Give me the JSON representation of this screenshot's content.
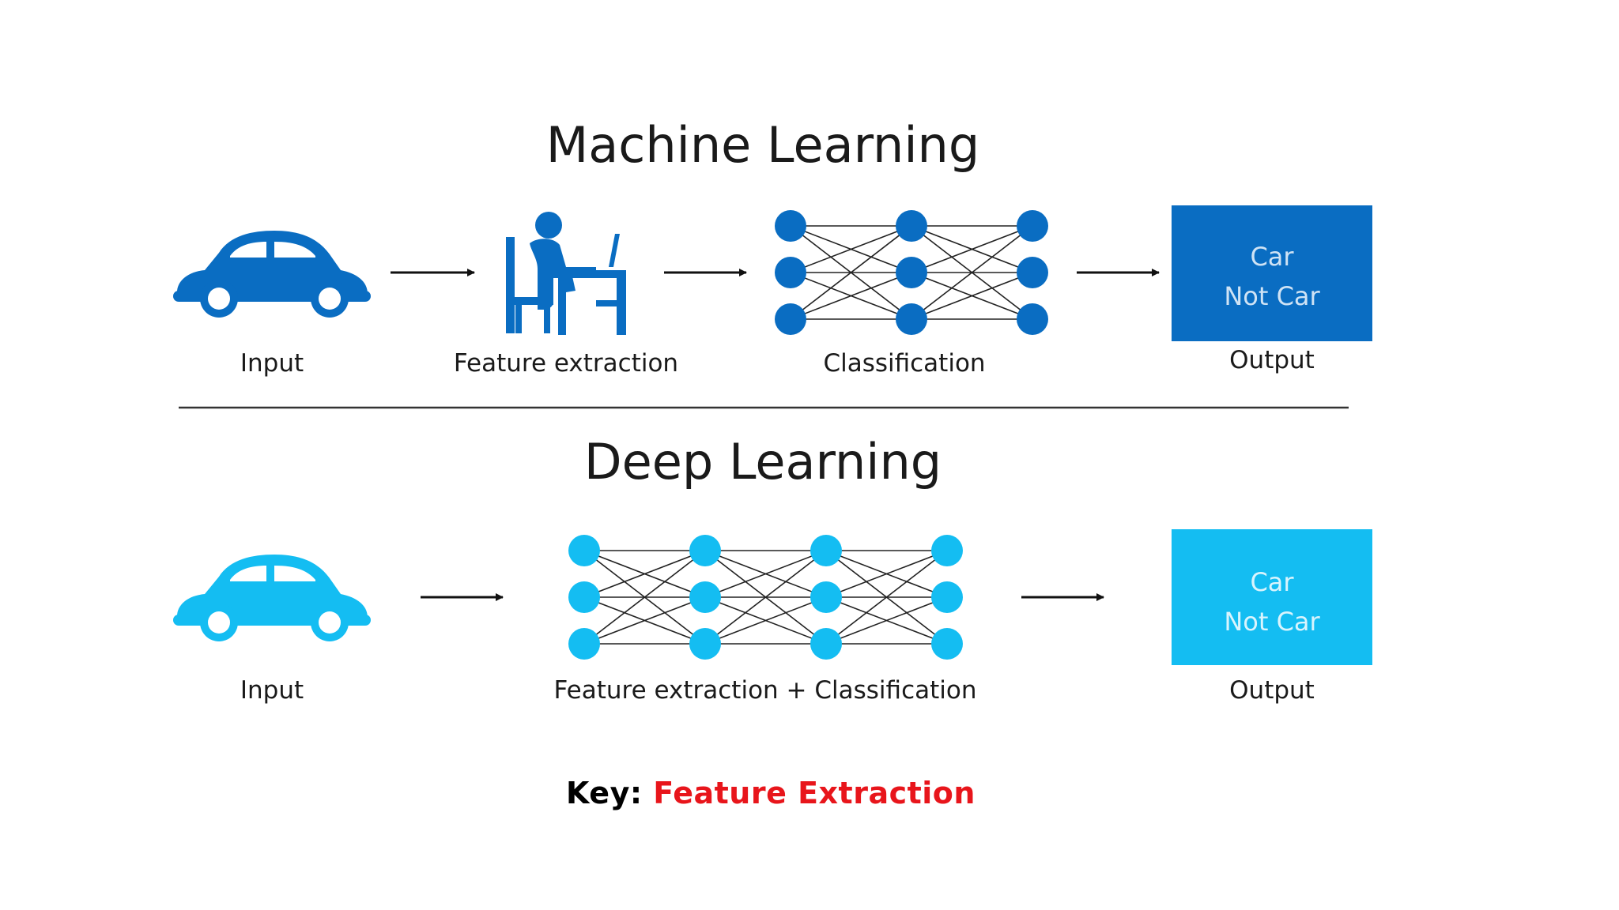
{
  "colors": {
    "ml_blue": "#0a6dc2",
    "dl_cyan": "#14bdf2",
    "text": "#1a1a1a",
    "box_text_ml": "#cfe3f5",
    "box_text_dl": "#d9f4fd",
    "key_accent": "#e8151b"
  },
  "machine_learning": {
    "title": "Machine Learning",
    "input_label": "Input",
    "feature_label": "Feature extraction",
    "classification_label": "Classification",
    "output_label": "Output",
    "output_options": [
      "Car",
      "Not Car"
    ]
  },
  "deep_learning": {
    "title": "Deep Learning",
    "input_label": "Input",
    "combined_label": "Feature extraction + Classification",
    "output_label": "Output",
    "output_options": [
      "Car",
      "Not Car"
    ]
  },
  "key": {
    "label": "Key:",
    "value": "Feature Extraction"
  }
}
